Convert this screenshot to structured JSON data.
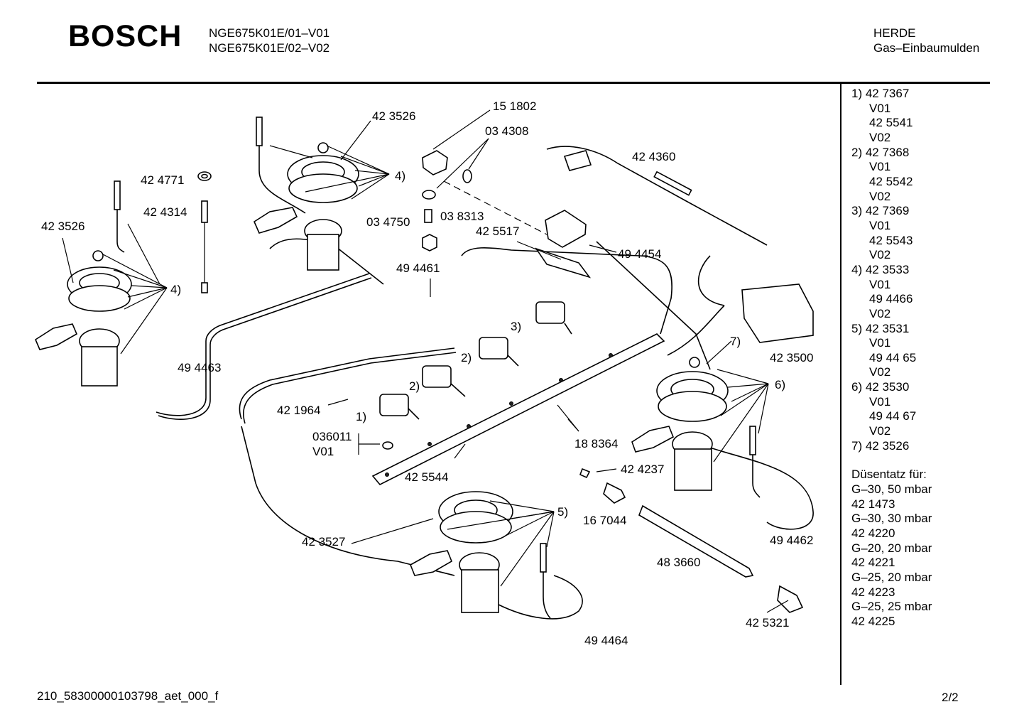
{
  "header": {
    "brand": "BOSCH",
    "model_line1": "NGE675K01E/01–V01",
    "model_line2": "NGE675K01E/02–V02",
    "category_line1": "HERDE",
    "category_line2": "Gas–Einbaumulden"
  },
  "callouts": {
    "c1": "42 3526",
    "c2": "15 1802",
    "c3": "03 4308",
    "c4": "42 4771",
    "c5": "4)",
    "c6": "42 4314",
    "c7": "42 4360",
    "c8": "03 4750",
    "c9": "03 8313",
    "c10": "42 3526",
    "c11": "42 5517",
    "c12": "49 4454",
    "c13": "4)",
    "c14": "49 4461",
    "c15": "3)",
    "c16": "7)",
    "c17": "42 3500",
    "c18": "2)",
    "c19": "49 4463",
    "c20": "6)",
    "c21": "2)",
    "c22": "42 1964",
    "c23": "1)",
    "c24": "036011",
    "c25": "V01",
    "c26": "18 8364",
    "c27": "42 5544",
    "c28": "42 4237",
    "c29": "5)",
    "c30": "16 7044",
    "c31": "42 3527",
    "c32": "49 4462",
    "c33": "48 3660",
    "c34": "42 5321",
    "c35": "49 4464"
  },
  "legend": [
    {
      "text": "1) 42 7367",
      "indent": false
    },
    {
      "text": "V01",
      "indent": true
    },
    {
      "text": "42 5541",
      "indent": true
    },
    {
      "text": "V02",
      "indent": true
    },
    {
      "text": "2) 42 7368",
      "indent": false
    },
    {
      "text": "V01",
      "indent": true
    },
    {
      "text": "42 5542",
      "indent": true
    },
    {
      "text": "V02",
      "indent": true
    },
    {
      "text": "3) 42 7369",
      "indent": false
    },
    {
      "text": "V01",
      "indent": true
    },
    {
      "text": "42 5543",
      "indent": true
    },
    {
      "text": "V02",
      "indent": true
    },
    {
      "text": "4) 42 3533",
      "indent": false
    },
    {
      "text": "V01",
      "indent": true
    },
    {
      "text": "49 4466",
      "indent": true
    },
    {
      "text": "V02",
      "indent": true
    },
    {
      "text": "5) 42 3531",
      "indent": false
    },
    {
      "text": "V01",
      "indent": true
    },
    {
      "text": "49 44 65",
      "indent": true
    },
    {
      "text": "V02",
      "indent": true
    },
    {
      "text": "6) 42 3530",
      "indent": false
    },
    {
      "text": "V01",
      "indent": true
    },
    {
      "text": "49 44 67",
      "indent": true
    },
    {
      "text": "V02",
      "indent": true
    },
    {
      "text": "7) 42 3526",
      "indent": false
    },
    {
      "text": "",
      "indent": false
    },
    {
      "text": "Düsentatz für:",
      "indent": false
    },
    {
      "text": "G–30, 50 mbar",
      "indent": false
    },
    {
      "text": "42 1473",
      "indent": false
    },
    {
      "text": "G–30, 30 mbar",
      "indent": false
    },
    {
      "text": "42 4220",
      "indent": false
    },
    {
      "text": "G–20, 20 mbar",
      "indent": false
    },
    {
      "text": "42 4221",
      "indent": false
    },
    {
      "text": "G–25, 20 mbar",
      "indent": false
    },
    {
      "text": "42 4223",
      "indent": false
    },
    {
      "text": "G–25, 25 mbar",
      "indent": false
    },
    {
      "text": "42 4225",
      "indent": false
    }
  ],
  "footer": {
    "doc_id": "210_58300000103798_aet_000_f",
    "page": "2/2"
  }
}
